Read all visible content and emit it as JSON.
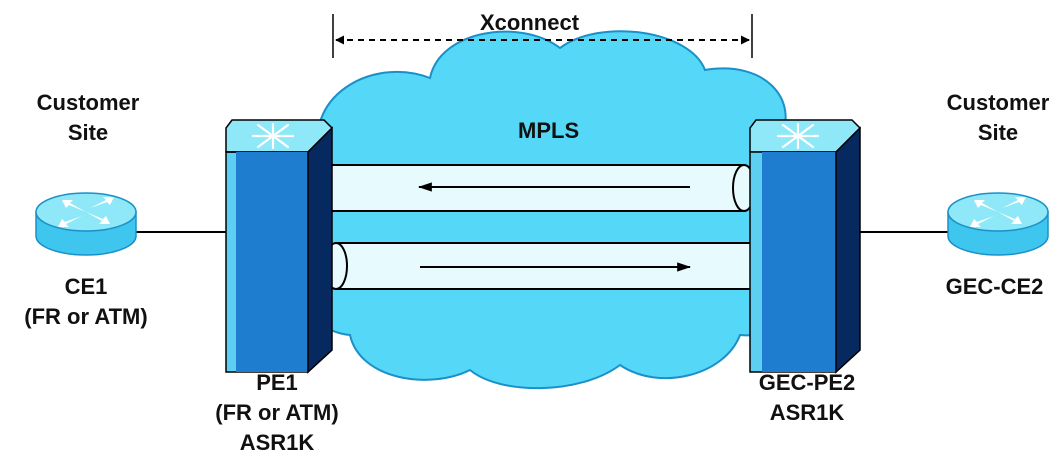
{
  "diagram": {
    "xconnect_label": "Xconnect",
    "cloud_label": "MPLS",
    "left_site": {
      "line1": "Customer",
      "line2": "Site"
    },
    "right_site": {
      "line1": "Customer",
      "line2": "Site"
    },
    "ce1": {
      "line1": "CE1",
      "line2": "(FR or ATM)"
    },
    "ce2": {
      "line1": "GEC-CE2"
    },
    "pe1": {
      "line1": "PE1",
      "line2": "(FR or ATM)",
      "line3": "ASR1K"
    },
    "pe2": {
      "line1": "GEC-PE2",
      "line2": "ASR1K"
    },
    "tunnels": [
      {
        "direction": "right-to-left"
      },
      {
        "direction": "left-to-right"
      }
    ]
  },
  "colors": {
    "cloud": "#55d8f7",
    "cloud_outline": "#1b90c8",
    "router_top": "#8ee8f8",
    "router_side": "#3fc6ee",
    "pe_front": "#1f7dd0",
    "pe_light": "#5ccff2",
    "pe_dark": "#062a60",
    "tunnel": "#e7fbff",
    "text": "#111111"
  }
}
